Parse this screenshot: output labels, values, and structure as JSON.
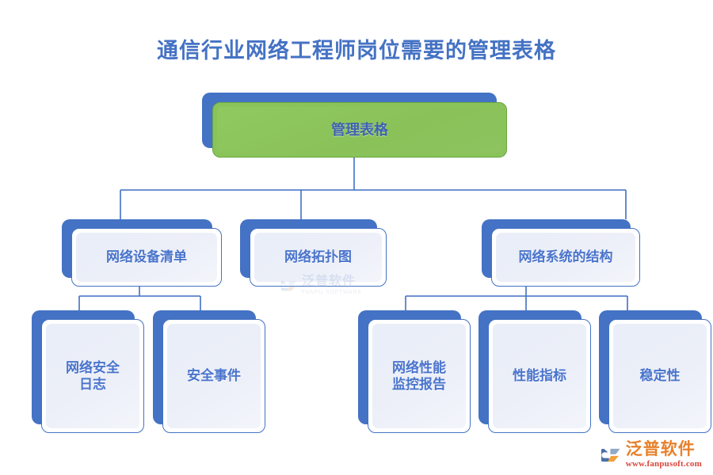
{
  "page": {
    "title": "通信行业网络工程师岗位需要的管理表格",
    "title_color": "#4472c4",
    "background": "#ffffff"
  },
  "theme": {
    "accent_blue": "#4472c4",
    "node_text_blue": "#4a74cc",
    "root_green": "#8ac35a",
    "card_fill": "#e9eef8",
    "logo_orange": "#e8802a",
    "logo_red": "#d9453a"
  },
  "watermark": {
    "center_cn": "泛普软件",
    "center_en": "FANPU SOFTWARE"
  },
  "logo": {
    "name_cn": "泛普软件",
    "url": "www.fanpusoft.com"
  },
  "chart_data": {
    "type": "diagram",
    "title": "通信行业网络工程师岗位需要的管理表格",
    "orientation": "top-down",
    "levels": 3,
    "nodes": [
      {
        "id": "root",
        "label": "管理表格",
        "level": 0,
        "style": "green"
      },
      {
        "id": "n1",
        "label": "网络设备清单",
        "level": 1,
        "style": "blue",
        "parent": "root"
      },
      {
        "id": "n2",
        "label": "网络拓扑图",
        "level": 1,
        "style": "blue",
        "parent": "root"
      },
      {
        "id": "n3",
        "label": "网络系统的结构",
        "level": 1,
        "style": "blue",
        "parent": "root"
      },
      {
        "id": "n1a",
        "label": "网络安全\n日志",
        "level": 2,
        "style": "blue",
        "parent": "n1"
      },
      {
        "id": "n1b",
        "label": "安全事件",
        "level": 2,
        "style": "blue",
        "parent": "n1"
      },
      {
        "id": "n3a",
        "label": "网络性能\n监控报告",
        "level": 2,
        "style": "blue",
        "parent": "n3"
      },
      {
        "id": "n3b",
        "label": "性能指标",
        "level": 2,
        "style": "blue",
        "parent": "n3"
      },
      {
        "id": "n3c",
        "label": "稳定性",
        "level": 2,
        "style": "blue",
        "parent": "n3"
      }
    ],
    "edges": [
      {
        "from": "root",
        "to": "n1"
      },
      {
        "from": "root",
        "to": "n2"
      },
      {
        "from": "root",
        "to": "n3"
      },
      {
        "from": "n1",
        "to": "n1a"
      },
      {
        "from": "n1",
        "to": "n1b"
      },
      {
        "from": "n3",
        "to": "n3a"
      },
      {
        "from": "n3",
        "to": "n3b"
      },
      {
        "from": "n3",
        "to": "n3c"
      }
    ]
  },
  "nodes": {
    "root": {
      "label": "管理表格"
    },
    "n1": {
      "label": "网络设备清单"
    },
    "n2": {
      "label": "网络拓扑图"
    },
    "n3": {
      "label": "网络系统的结构"
    },
    "n1a": {
      "label": "网络安全\n日志"
    },
    "n1b": {
      "label": "安全事件"
    },
    "n3a": {
      "label": "网络性能\n监控报告"
    },
    "n3b": {
      "label": "性能指标"
    },
    "n3c": {
      "label": "稳定性"
    }
  }
}
